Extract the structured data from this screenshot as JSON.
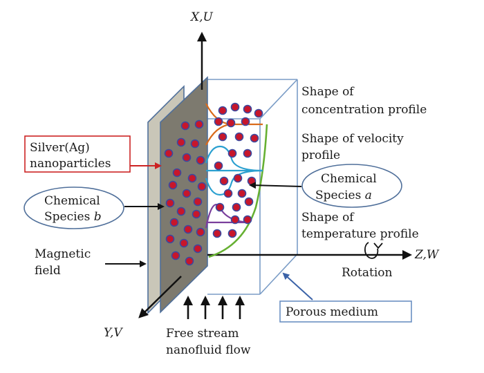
{
  "axes": {
    "vertical": "X,U",
    "horizontal": "Z,W",
    "depth": "Y,V"
  },
  "labels": {
    "silver_line1": "Silver(Ag)",
    "silver_line2": "nanoparticles",
    "species_b_line1": "Chemical",
    "species_b_line2": "Species",
    "species_b_var": "b",
    "species_a_line1": "Chemical",
    "species_a_line2": "Species",
    "species_a_var": "a",
    "magnetic_line1": "Magnetic",
    "magnetic_line2": "field",
    "conc_line1": "Shape of",
    "conc_line2": "concentration profile",
    "vel_line1": "Shape of velocity",
    "vel_line2": "profile",
    "temp_line1": "Shape of",
    "temp_line2": "temperature profile",
    "rotation": "Rotation",
    "porous": "Porous medium",
    "flow_line1": "Free stream",
    "flow_line2": "nanofluid flow"
  },
  "colors": {
    "plate_front": "#7d7a6f",
    "plate_side": "#c9c6b8",
    "plate_edge": "#4f6f9a",
    "box_edge": "#7a9cc6",
    "particle_fill": "#c7162b",
    "particle_ring": "#3a4aa0",
    "concentration_curve": "#d96a1a",
    "velocity_curve": "#66b032",
    "species_curve": "#2aa0d0",
    "temperature_curve": "#7a3f9c",
    "silver_box_border": "#cc2222",
    "porous_box_border": "#6a8fc2"
  }
}
